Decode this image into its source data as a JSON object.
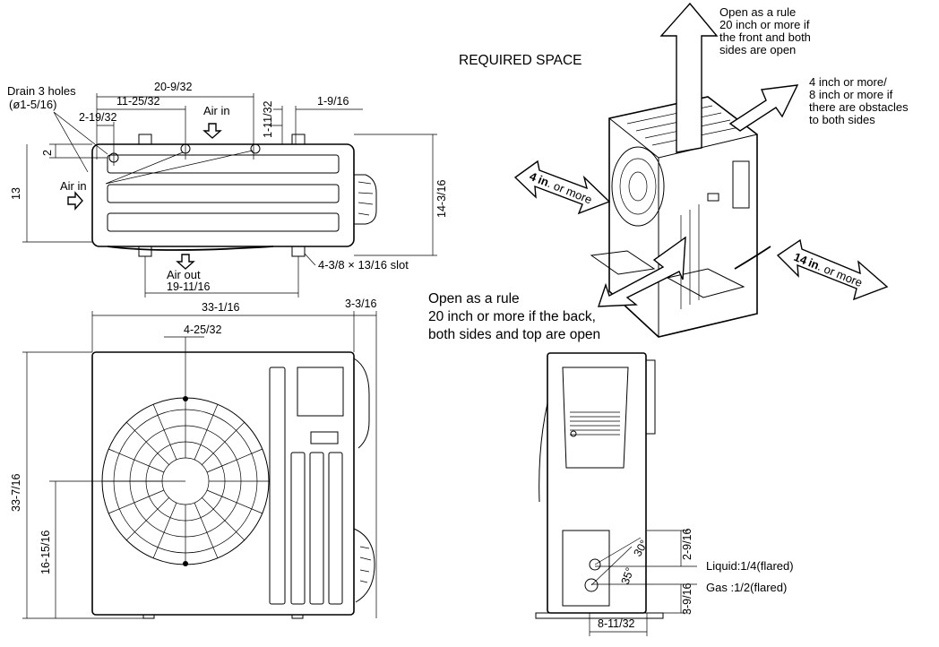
{
  "top_view": {
    "drain_label_line1": "Drain 3 holes",
    "drain_label_line2": "(ø1-5/16)",
    "dim_20_9_32": "20-9/32",
    "dim_11_25_32": "11-25/32",
    "dim_2_19_32": "2-19/32",
    "dim_1_11_32": "1-11/32",
    "dim_1_9_16": "1-9/16",
    "dim_2": "2",
    "dim_13": "13",
    "dim_14_3_16": "14-3/16",
    "dim_19_11_16": "19-11/16",
    "air_in_top": "Air in",
    "air_in_left": "Air in",
    "air_out": "Air out",
    "slot_label": "4-3/8 × 13/16 slot"
  },
  "front_view": {
    "dim_33_1_16": "33-1/16",
    "dim_3_3_16": "3-3/16",
    "dim_4_25_32": "4-25/32",
    "dim_33_7_16": "33-7/16",
    "dim_16_15_16": "16-15/16"
  },
  "side_view": {
    "dim_2_9_16": "2-9/16",
    "dim_3_9_16": "3-9/16",
    "dim_8_11_32": "8-11/32",
    "angle_30": "30°",
    "angle_35": "35°",
    "liquid_label": "Liquid:1/4(flared)",
    "gas_label": "Gas   :1/2(flared)"
  },
  "required_space": {
    "title": "REQUIRED SPACE",
    "top_note_line1": "Open as a rule",
    "top_note_line2": "20 inch or more if",
    "top_note_line3": "the front and both",
    "top_note_line4": "sides are open",
    "right_note_line1": "4 inch or more/",
    "right_note_line2": "8 inch or more if",
    "right_note_line3": "there are obstacles",
    "right_note_line4": "to both sides",
    "left_arrow_value": "4",
    "left_arrow_unit": "in",
    "left_arrow_suffix": ". or more",
    "right_arrow_value": "14",
    "right_arrow_unit": "in",
    "right_arrow_suffix": ". or more",
    "back_note_line1": "Open as a rule",
    "back_note_line2": "20 inch or more if the back,",
    "back_note_line3": "both sides and top are open"
  }
}
